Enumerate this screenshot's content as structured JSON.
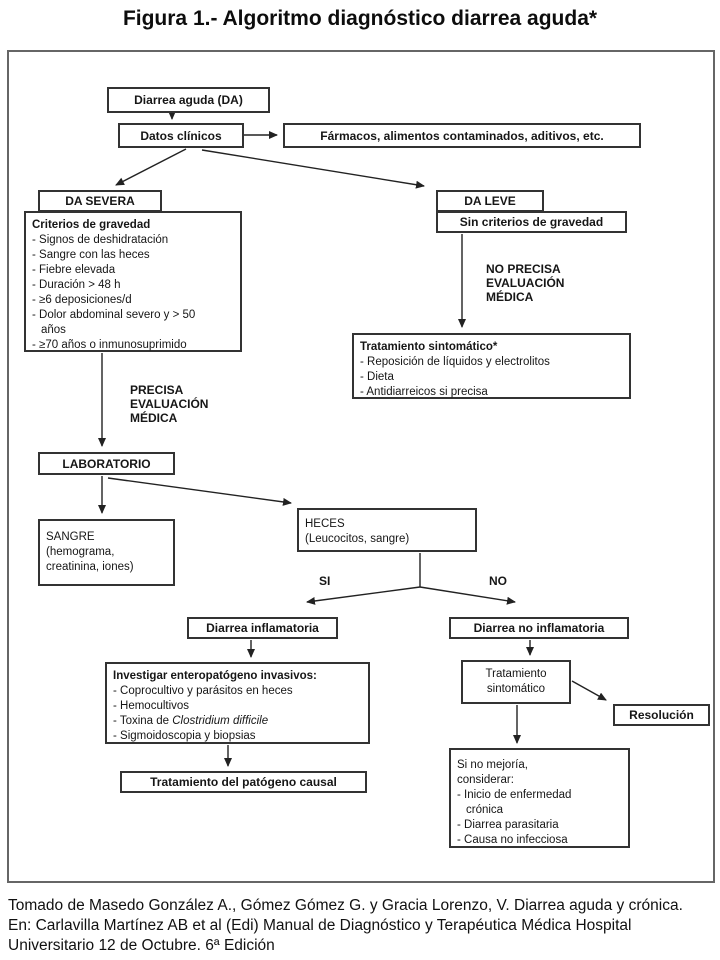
{
  "title": "Figura 1.- Algoritmo diagnóstico diarrea aguda*",
  "colors": {
    "frame_border": "#666666",
    "box_border": "#333333",
    "text": "#161616",
    "background": "#ffffff"
  },
  "nodes": {
    "diarrea_aguda": "Diarrea aguda (DA)",
    "datos_clinicos": "Datos clínicos",
    "farmacos": "Fármacos, alimentos contaminados, aditivos, etc.",
    "da_severa": "DA SEVERA",
    "criterios": {
      "title": "Criterios de gravedad",
      "items": [
        "- Signos de deshidratación",
        "- Sangre con las heces",
        "- Fiebre elevada",
        "- Duración > 48 h",
        "- ≥6 deposiciones/d",
        "- Dolor abdominal severo y > 50 años",
        "- ≥70 años o inmunosuprimido"
      ]
    },
    "da_leve": "DA LEVE",
    "sin_criterios": "Sin criterios de gravedad",
    "tratamiento_leve": {
      "title": "Tratamiento sintomático*",
      "items": [
        "- Reposición de líquidos y electrolitos",
        "- Dieta",
        "- Antidiarreicos si precisa"
      ]
    },
    "laboratorio": "LABORATORIO",
    "sangre": {
      "lines": [
        "SANGRE",
        "(hemograma,",
        "creatinina, iones)"
      ]
    },
    "heces": {
      "lines": [
        "HECES",
        "(Leucocitos, sangre)"
      ]
    },
    "diarrea_inflamatoria": "Diarrea inflamatoria",
    "investigar": {
      "title": "Investigar enteropatógeno invasivos:",
      "items_before": [
        "- Coprocultivo y parásitos en heces",
        "- Hemocultivos"
      ],
      "toxina_prefix": "- Toxina de ",
      "toxina_italic": "Clostridium difficile",
      "items_after": [
        "- Sigmoidoscopia y biopsias"
      ]
    },
    "tratamiento_patogeno": "Tratamiento del patógeno causal",
    "diarrea_no_inflamatoria": "Diarrea no inflamatoria",
    "tratamiento_sintomatico": {
      "lines": [
        "Tratamiento",
        "sintomático"
      ]
    },
    "resolucion": "Resolución",
    "no_mejoria": {
      "intro": [
        "Si no mejoría,",
        "considerar:"
      ],
      "items": [
        "- Inicio de enfermedad crónica",
        "- Diarrea parasitaria",
        "- Causa no infecciosa"
      ]
    }
  },
  "edge_labels": {
    "precisa": [
      "PRECISA",
      "EVALUACIÓN",
      "MÉDICA"
    ],
    "no_precisa": [
      "NO PRECISA",
      "EVALUACIÓN",
      "MÉDICA"
    ],
    "si": "SI",
    "no": "NO"
  },
  "footer": {
    "lines": [
      "Tomado de Masedo González A., Gómez Gómez G. y Gracia Lorenzo, V. Diarrea aguda y crónica.",
      "En: Carlavilla Martínez AB et al (Edi) Manual de Diagnóstico y Terapéutica Médica Hospital",
      "Universitario 12 de Octubre. 6ª Edición"
    ]
  }
}
